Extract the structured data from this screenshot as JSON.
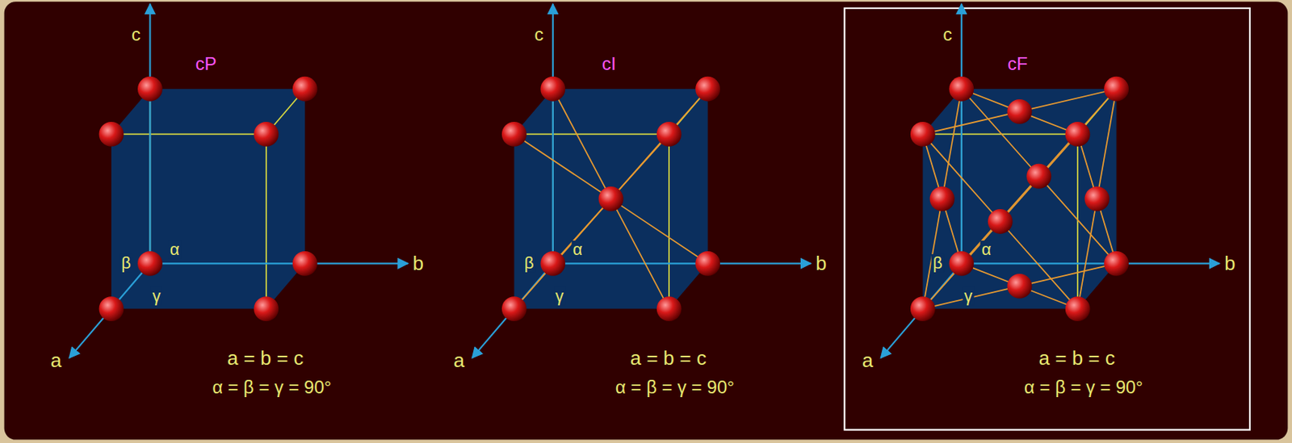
{
  "diagram": {
    "labels": [
      "c",
      "cP",
      "α",
      "β",
      "b",
      "γ",
      "a",
      "a = b = c",
      "α = β = γ = 90°",
      "c",
      "cI",
      "α",
      "β",
      "b",
      "γ",
      "a",
      "a = b = c",
      "α = β = γ = 90°",
      "c",
      "cF",
      "α",
      "β",
      "b",
      "γ",
      "a",
      "a = b = c",
      "α = β = γ = 90°"
    ]
  }
}
